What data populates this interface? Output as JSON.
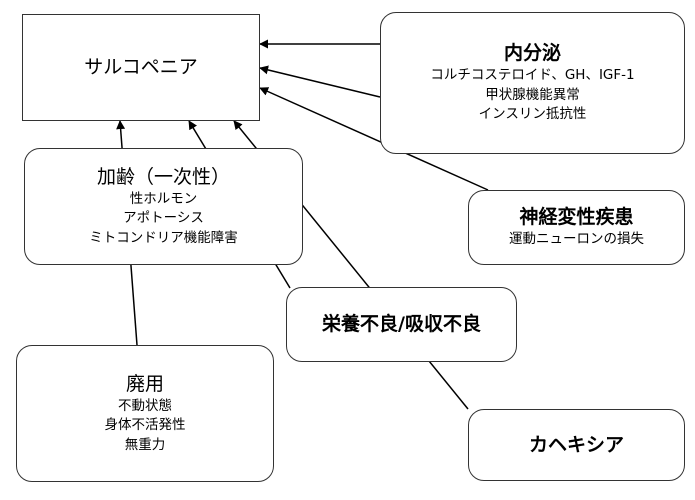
{
  "nodes": {
    "sarcopenia": {
      "title": "サルコペニア"
    },
    "endocrine": {
      "title": "内分泌",
      "lines": [
        "コルチコステロイド、GH、IGF-1",
        "甲状腺機能異常",
        "インスリン抵抗性"
      ]
    },
    "aging": {
      "title": "加齢（一次性）",
      "lines": [
        "性ホルモン",
        "アポトーシス",
        "ミトコンドリア機能障害"
      ]
    },
    "neuro": {
      "title": "神経変性疾患",
      "lines": [
        "運動ニューロンの損失"
      ]
    },
    "nutrition": {
      "title": "栄養不良/吸収不良"
    },
    "disuse": {
      "title": "廃用",
      "lines": [
        "不動状態",
        "身体不活発性",
        "無重力"
      ]
    },
    "cachexia": {
      "title": "カヘキシア"
    }
  },
  "colors": {
    "line": "#000000",
    "border": "#333333",
    "background": "#ffffff"
  }
}
